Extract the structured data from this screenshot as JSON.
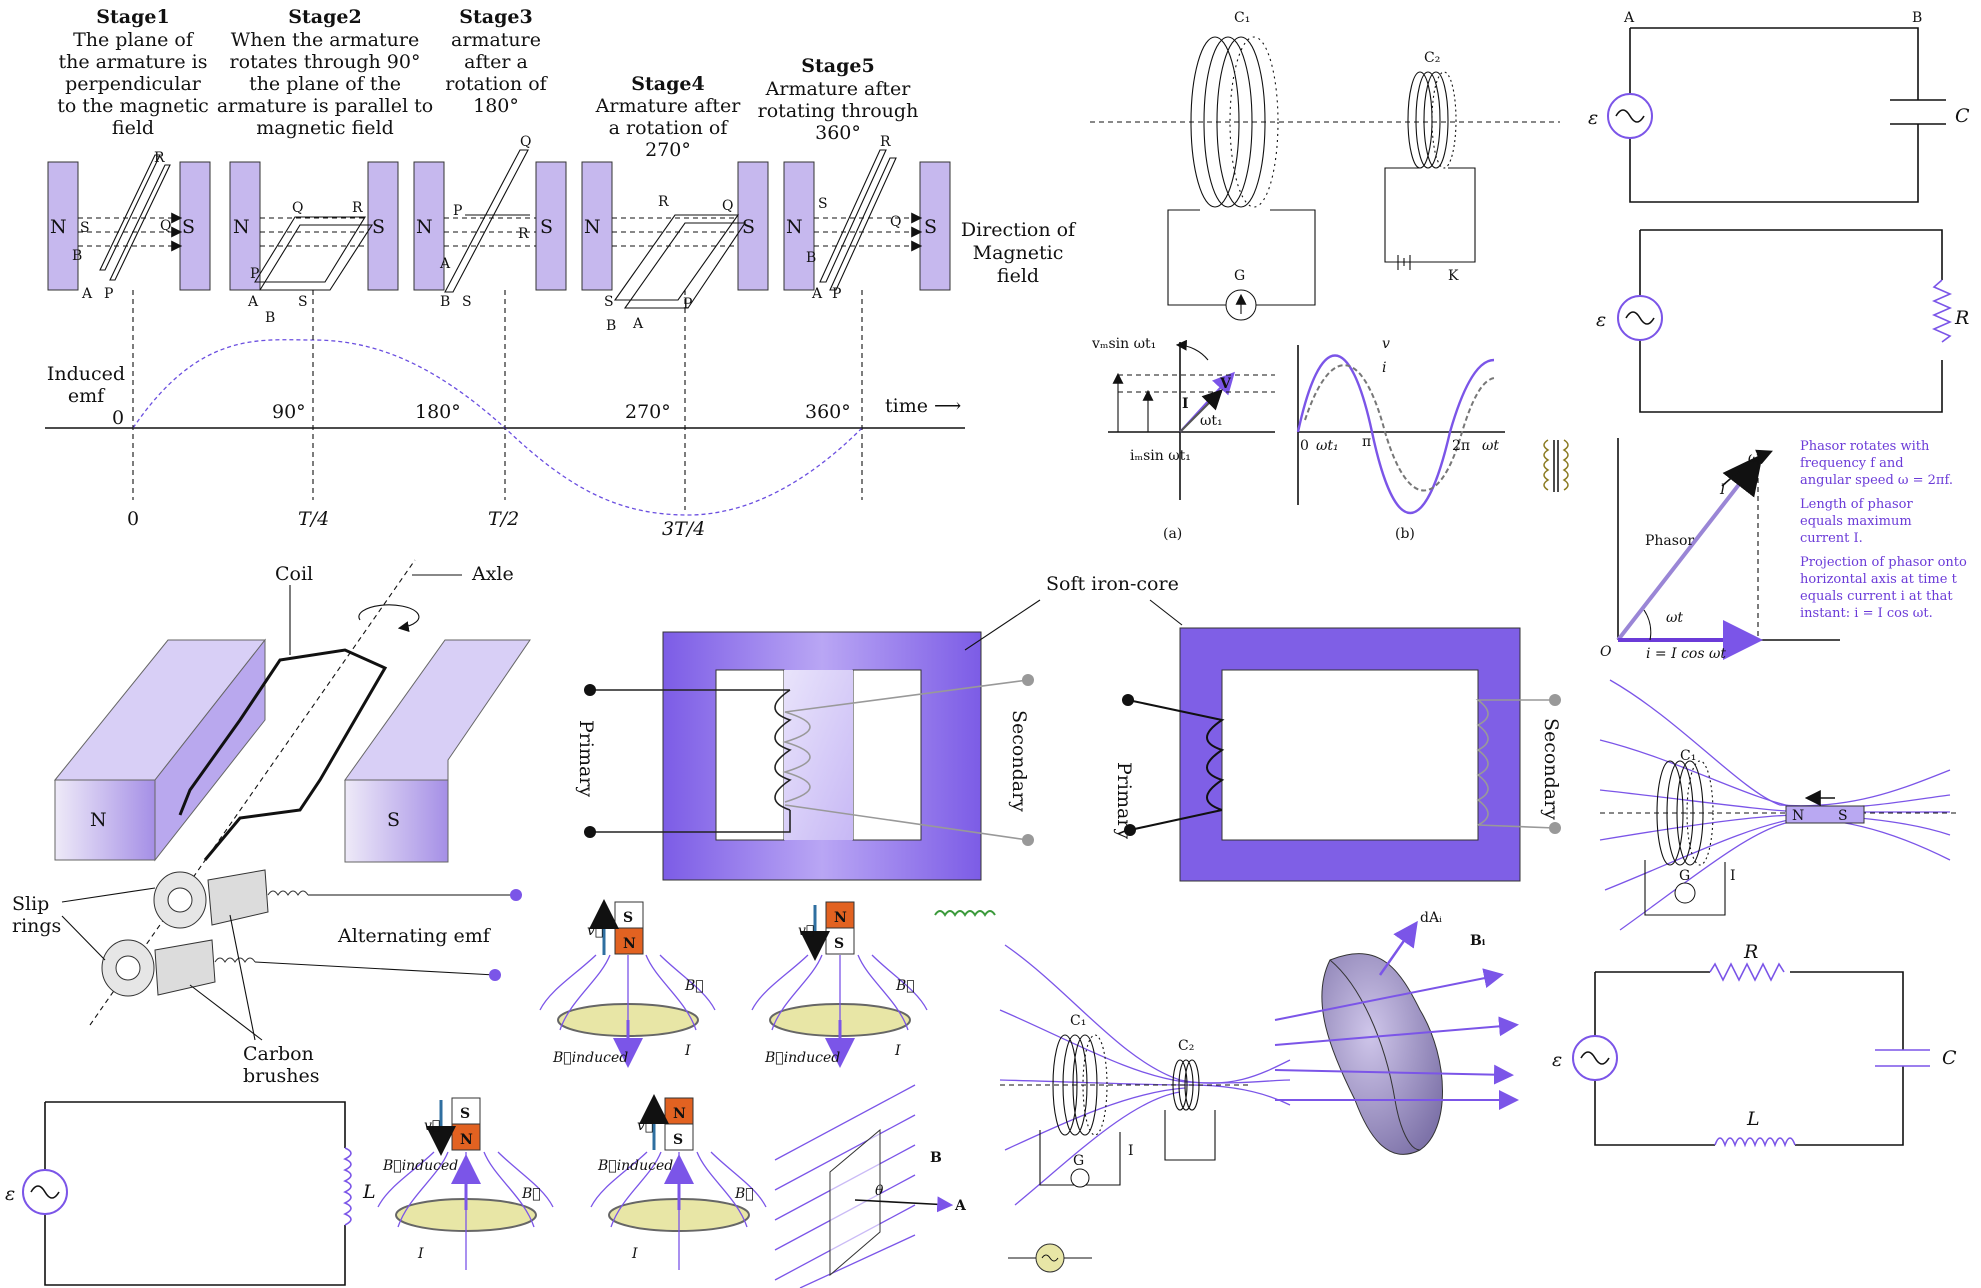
{
  "generator": {
    "stages": [
      {
        "title": "Stage1",
        "lines": [
          "The plane of",
          "the armature is",
          "perpendicular",
          "to the magnetic",
          "field"
        ]
      },
      {
        "title": "Stage2",
        "lines": [
          "When the armature",
          "rotates through 90°",
          "the plane of the",
          "armature is parallel to",
          "magnetic field"
        ]
      },
      {
        "title": "Stage3",
        "lines": [
          "armature",
          "after a",
          "rotation of",
          "180°"
        ]
      },
      {
        "title": "Stage4",
        "lines": [
          "Armature after",
          "a rotation of",
          "270°"
        ]
      },
      {
        "title": "Stage5",
        "lines": [
          "Armature after",
          "rotating through",
          "360°"
        ]
      }
    ],
    "pole_n": "N",
    "pole_s": "S",
    "corner_labels": [
      "A",
      "B",
      "P",
      "Q",
      "R",
      "S"
    ],
    "direction_lines": [
      "Direction of",
      "Magnetic",
      "field"
    ],
    "axis_label_lines": [
      "Induced",
      "emf"
    ],
    "zero": "0",
    "angles": [
      "90°",
      "180°",
      "270°",
      "360°"
    ],
    "time_label": "time ⟶",
    "time_marks": [
      "0",
      "T/4",
      "T/2",
      "3T/4"
    ]
  },
  "mutual_coils": {
    "c1": "C₁",
    "c2": "C₂",
    "g": "G",
    "k": "K"
  },
  "phasor_ab": {
    "vm_label": "vₘsin ωt₁",
    "im_label": "iₘsin ωt₁",
    "V": "V",
    "I": "I",
    "wt": "ωt₁",
    "v": "v",
    "i": "i",
    "zero": "0",
    "wt1": "ωt₁",
    "pi": "π",
    "two_pi": "2π",
    "wt_axis": "ωt",
    "cap_a": "(a)",
    "cap_b": "(b)"
  },
  "lc_circuit": {
    "A": "A",
    "B": "B",
    "emf": "ε",
    "C": "C"
  },
  "r_circuit": {
    "emf": "ε",
    "R": "R"
  },
  "phasor_rot": {
    "omega": "ω",
    "I": "I",
    "phasor": "Phasor",
    "wt": "ωt",
    "O": "O",
    "eq": "i = I cos ωt",
    "notes": [
      "Phasor rotates with",
      "frequency f and",
      "angular speed ω = 2πf.",
      "Length of phasor",
      "equals maximum",
      "current I.",
      "Projection of phasor onto",
      "horizontal axis at time t",
      "equals current i at that",
      "instant: i = I cos ωt."
    ]
  },
  "ac_gen": {
    "coil": "Coil",
    "axle": "Axle",
    "n": "N",
    "s": "S",
    "slip": [
      "Slip",
      "rings"
    ],
    "alt_emf": "Alternating emf",
    "carbon": [
      "Carbon",
      "brushes"
    ]
  },
  "transformer1": {
    "label": "Soft iron-core",
    "primary": "Primary",
    "secondary": "Secondary"
  },
  "transformer2": {
    "primary": "Primary",
    "secondary": "Secondary"
  },
  "magnet_field": {
    "c1": "C₁",
    "n": "N",
    "s": "S",
    "g": "G",
    "i": "I"
  },
  "magnets": {
    "n": "N",
    "s": "S",
    "v": "v⃗",
    "b": "B⃗",
    "bind": "B⃗induced",
    "i": "I"
  },
  "flux_small": {
    "c1": "C₁",
    "c2": "C₂",
    "g": "G",
    "i": "I"
  },
  "surface": {
    "da": "dAᵢ",
    "b": "Bᵢ"
  },
  "area_vec": {
    "b": "B",
    "a": "A",
    "theta": "θ"
  },
  "l_circuit": {
    "emf": "ε",
    "L": "L"
  },
  "lcr": {
    "R": "R",
    "C": "C",
    "L": "L",
    "emf": "ε"
  }
}
